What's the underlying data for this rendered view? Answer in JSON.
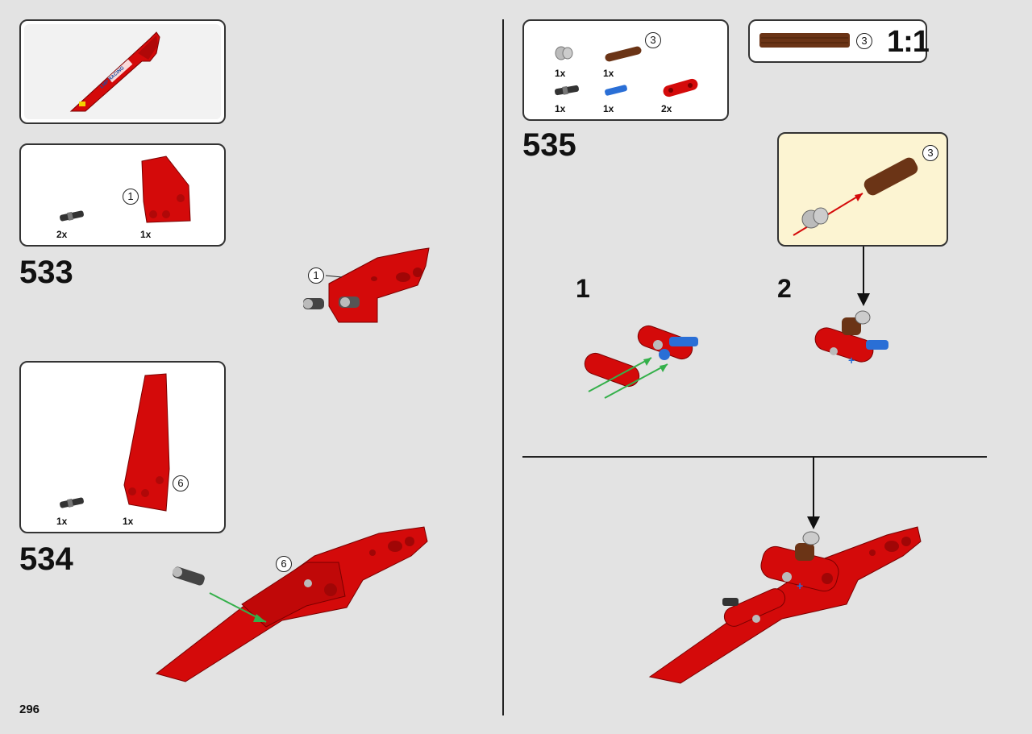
{
  "page": {
    "number": "296"
  },
  "steps": [
    {
      "number": "533",
      "parts": [
        {
          "qty": "2x"
        },
        {
          "qty": "1x",
          "callout": "1"
        }
      ]
    },
    {
      "number": "534",
      "parts": [
        {
          "qty": "1x"
        },
        {
          "qty": "1x",
          "callout": "6"
        }
      ]
    },
    {
      "number": "535",
      "parts": [
        {
          "qty": "1x"
        },
        {
          "qty": "1x",
          "callout": "3"
        },
        {
          "qty": "1x"
        },
        {
          "qty": "1x"
        },
        {
          "qty": "2x"
        }
      ],
      "substeps": [
        "1",
        "2"
      ]
    }
  ],
  "scale_box": {
    "callout": "3",
    "label": "1:1"
  },
  "subassembly": {
    "callout": "3"
  },
  "assembly_callouts": {
    "step533": "1",
    "step534": "6"
  },
  "preview_text": "LMP RACING",
  "colors": {
    "red": "#d40a0a",
    "blue": "#2a6fd6",
    "brown": "#6b3416",
    "green": "#34b04a",
    "yellow_bg": "#fcf4d2",
    "gray": "#9a9a9a"
  }
}
